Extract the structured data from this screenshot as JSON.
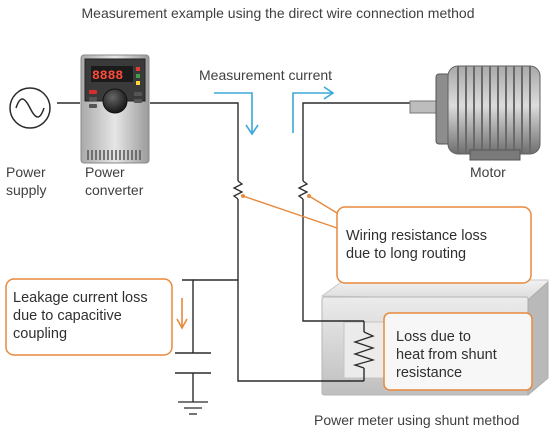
{
  "title": "Measurement example using the direct wire connection method",
  "labels": {
    "measurement_current": "Measurement current",
    "power_supply": [
      "Power",
      "supply"
    ],
    "power_converter": [
      "Power",
      "converter"
    ],
    "motor": "Motor",
    "power_meter": "Power meter using shunt method",
    "converter_display": "8888"
  },
  "callouts": {
    "wiring_loss": [
      "Wiring resistance loss",
      "due to long routing"
    ],
    "leakage_loss": [
      "Leakage current loss",
      "due to capacitive",
      "coupling"
    ],
    "shunt_loss": [
      "Loss due to",
      "heat from shunt",
      "resistance"
    ]
  },
  "colors": {
    "callout_border": "#e8893c",
    "current_arrow": "#3aa7d8",
    "wire": "#2b2b2b",
    "meter_body": "#d6d6d6"
  },
  "icons": {
    "power_supply": "ac-source-icon",
    "converter": "inverter-device-icon",
    "motor": "motor-icon",
    "capacitor": "capacitor-icon",
    "ground": "ground-icon",
    "resistor": "resistor-icon"
  }
}
